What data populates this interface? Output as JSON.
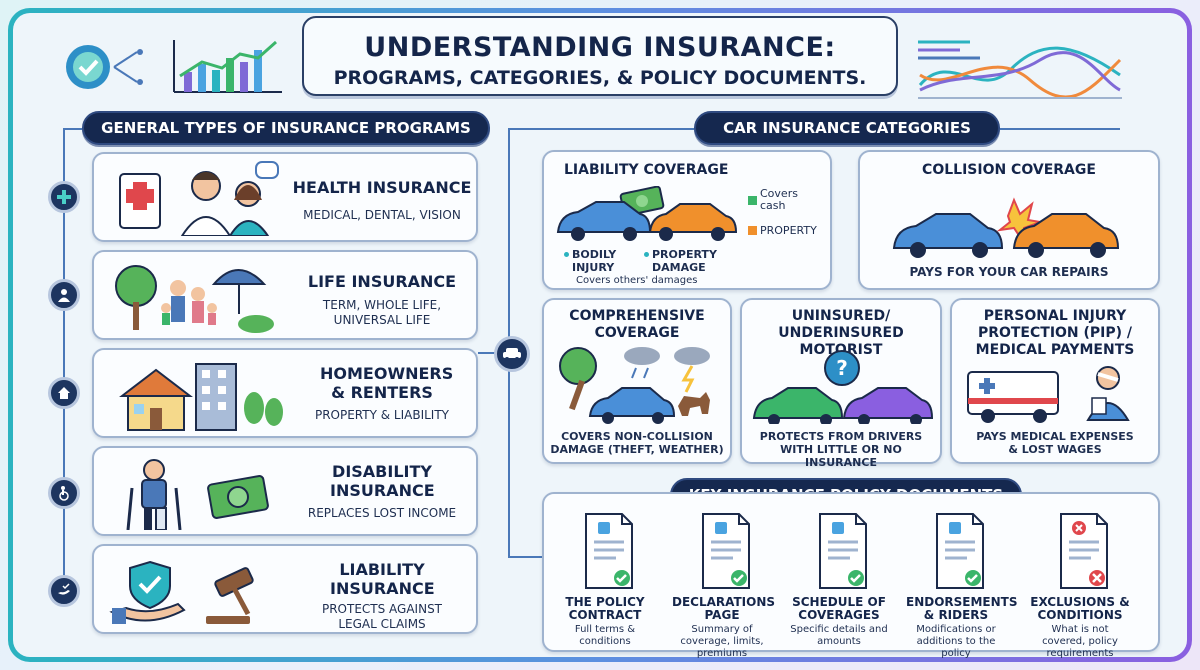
{
  "title": {
    "line1": "UNDERSTANDING INSURANCE:",
    "line2": "PROGRAMS, CATEGORIES, & POLICY DOCUMENTS."
  },
  "sections": {
    "general": "GENERAL TYPES OF INSURANCE PROGRAMS",
    "car": "CAR INSURANCE CATEGORIES",
    "documents": "KEY INSURANCE POLICY DOCUMENTS"
  },
  "programs": [
    {
      "title": "HEALTH INSURANCE",
      "sub": "MEDICAL, DENTAL, VISION",
      "icon": "plus-icon"
    },
    {
      "title": "LIFE INSURANCE",
      "sub": "TERM, WHOLE LIFE, UNIVERSAL LIFE",
      "icon": "family-icon"
    },
    {
      "title": "HOMEOWNERS & RENTERS",
      "sub": "PROPERTY & LIABILITY",
      "icon": "house-icon"
    },
    {
      "title": "DISABILITY INSURANCE",
      "sub": "REPLACES LOST INCOME",
      "icon": "wheelchair-icon"
    },
    {
      "title": "LIABILITY INSURANCE",
      "sub": "PROTECTS AGAINST LEGAL CLAIMS",
      "icon": "hand-icon"
    }
  ],
  "car": {
    "liability": {
      "title": "LIABILITY COVERAGE",
      "legend_cash": "Covers cash",
      "legend_property": "PROPERTY",
      "bodily": "BODILY INJURY",
      "property_damage": "PROPERTY DAMAGE",
      "note": "Covers others' damages"
    },
    "collision": {
      "title": "COLLISION COVERAGE",
      "sub": "PAYS FOR YOUR CAR REPAIRS"
    },
    "comprehensive": {
      "title": "COMPREHENSIVE COVERAGE",
      "sub": "COVERS NON-COLLISION DAMAGE (THEFT, WEATHER)"
    },
    "uninsured": {
      "title": "UNINSURED/ UNDERINSURED MOTORIST",
      "sub": "PROTECTS FROM DRIVERS WITH LITTLE OR NO INSURANCE"
    },
    "pip": {
      "title": "PERSONAL INJURY PROTECTION (PIP) / MEDICAL PAYMENTS",
      "sub": "PAYS MEDICAL EXPENSES & LOST WAGES"
    }
  },
  "documents": [
    {
      "title": "THE POLICY CONTRACT",
      "sub": "Full terms & conditions",
      "mark": "check"
    },
    {
      "title": "DECLARATIONS PAGE",
      "sub": "Summary of coverage, limits, premiums",
      "mark": "check"
    },
    {
      "title": "SCHEDULE OF COVERAGES",
      "sub": "Specific details and amounts",
      "mark": "check"
    },
    {
      "title": "ENDORSEMENTS & RIDERS",
      "sub": "Modifications or additions to the policy",
      "mark": "check"
    },
    {
      "title": "EXCLUSIONS & CONDITIONS",
      "sub": "What is not covered, policy requirements",
      "mark": "x"
    }
  ],
  "colors": {
    "navy": "#15284f",
    "accent_teal": "#2bb3c0",
    "accent_purple": "#8a5fe0",
    "check_green": "#3bb56a",
    "x_red": "#e0474c"
  }
}
